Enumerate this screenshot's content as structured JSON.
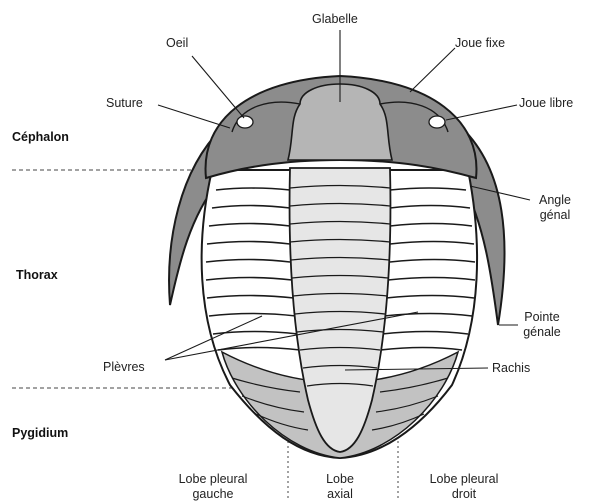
{
  "sections": {
    "cephalon": "Céphalon",
    "thorax": "Thorax",
    "pygidium": "Pygidium"
  },
  "labels": {
    "glabelle": "Glabelle",
    "oeil": "Oeil",
    "joue_fixe": "Joue fixe",
    "suture": "Suture",
    "joue_libre": "Joue libre",
    "angle_genal_1": "Angle",
    "angle_genal_2": "génal",
    "pointe_genale_1": "Pointe",
    "pointe_genale_2": "génale",
    "plevres": "Plèvres",
    "rachis": "Rachis"
  },
  "bottom_labels": {
    "lobe_pleural_gauche_1": "Lobe pleural",
    "lobe_pleural_gauche_2": "gauche",
    "lobe_axial_1": "Lobe",
    "lobe_axial_2": "axial",
    "lobe_pleural_droit_1": "Lobe pleural",
    "lobe_pleural_droit_2": "droit"
  },
  "colors": {
    "cephalon_fill": "#8c8c8c",
    "glabella_fill": "#b5b5b5",
    "thorax_fill": "#ffffff",
    "pygidium_fill": "#c2c2c2",
    "axis_fill": "#e6e6e6",
    "outline": "#1a1a1a"
  }
}
